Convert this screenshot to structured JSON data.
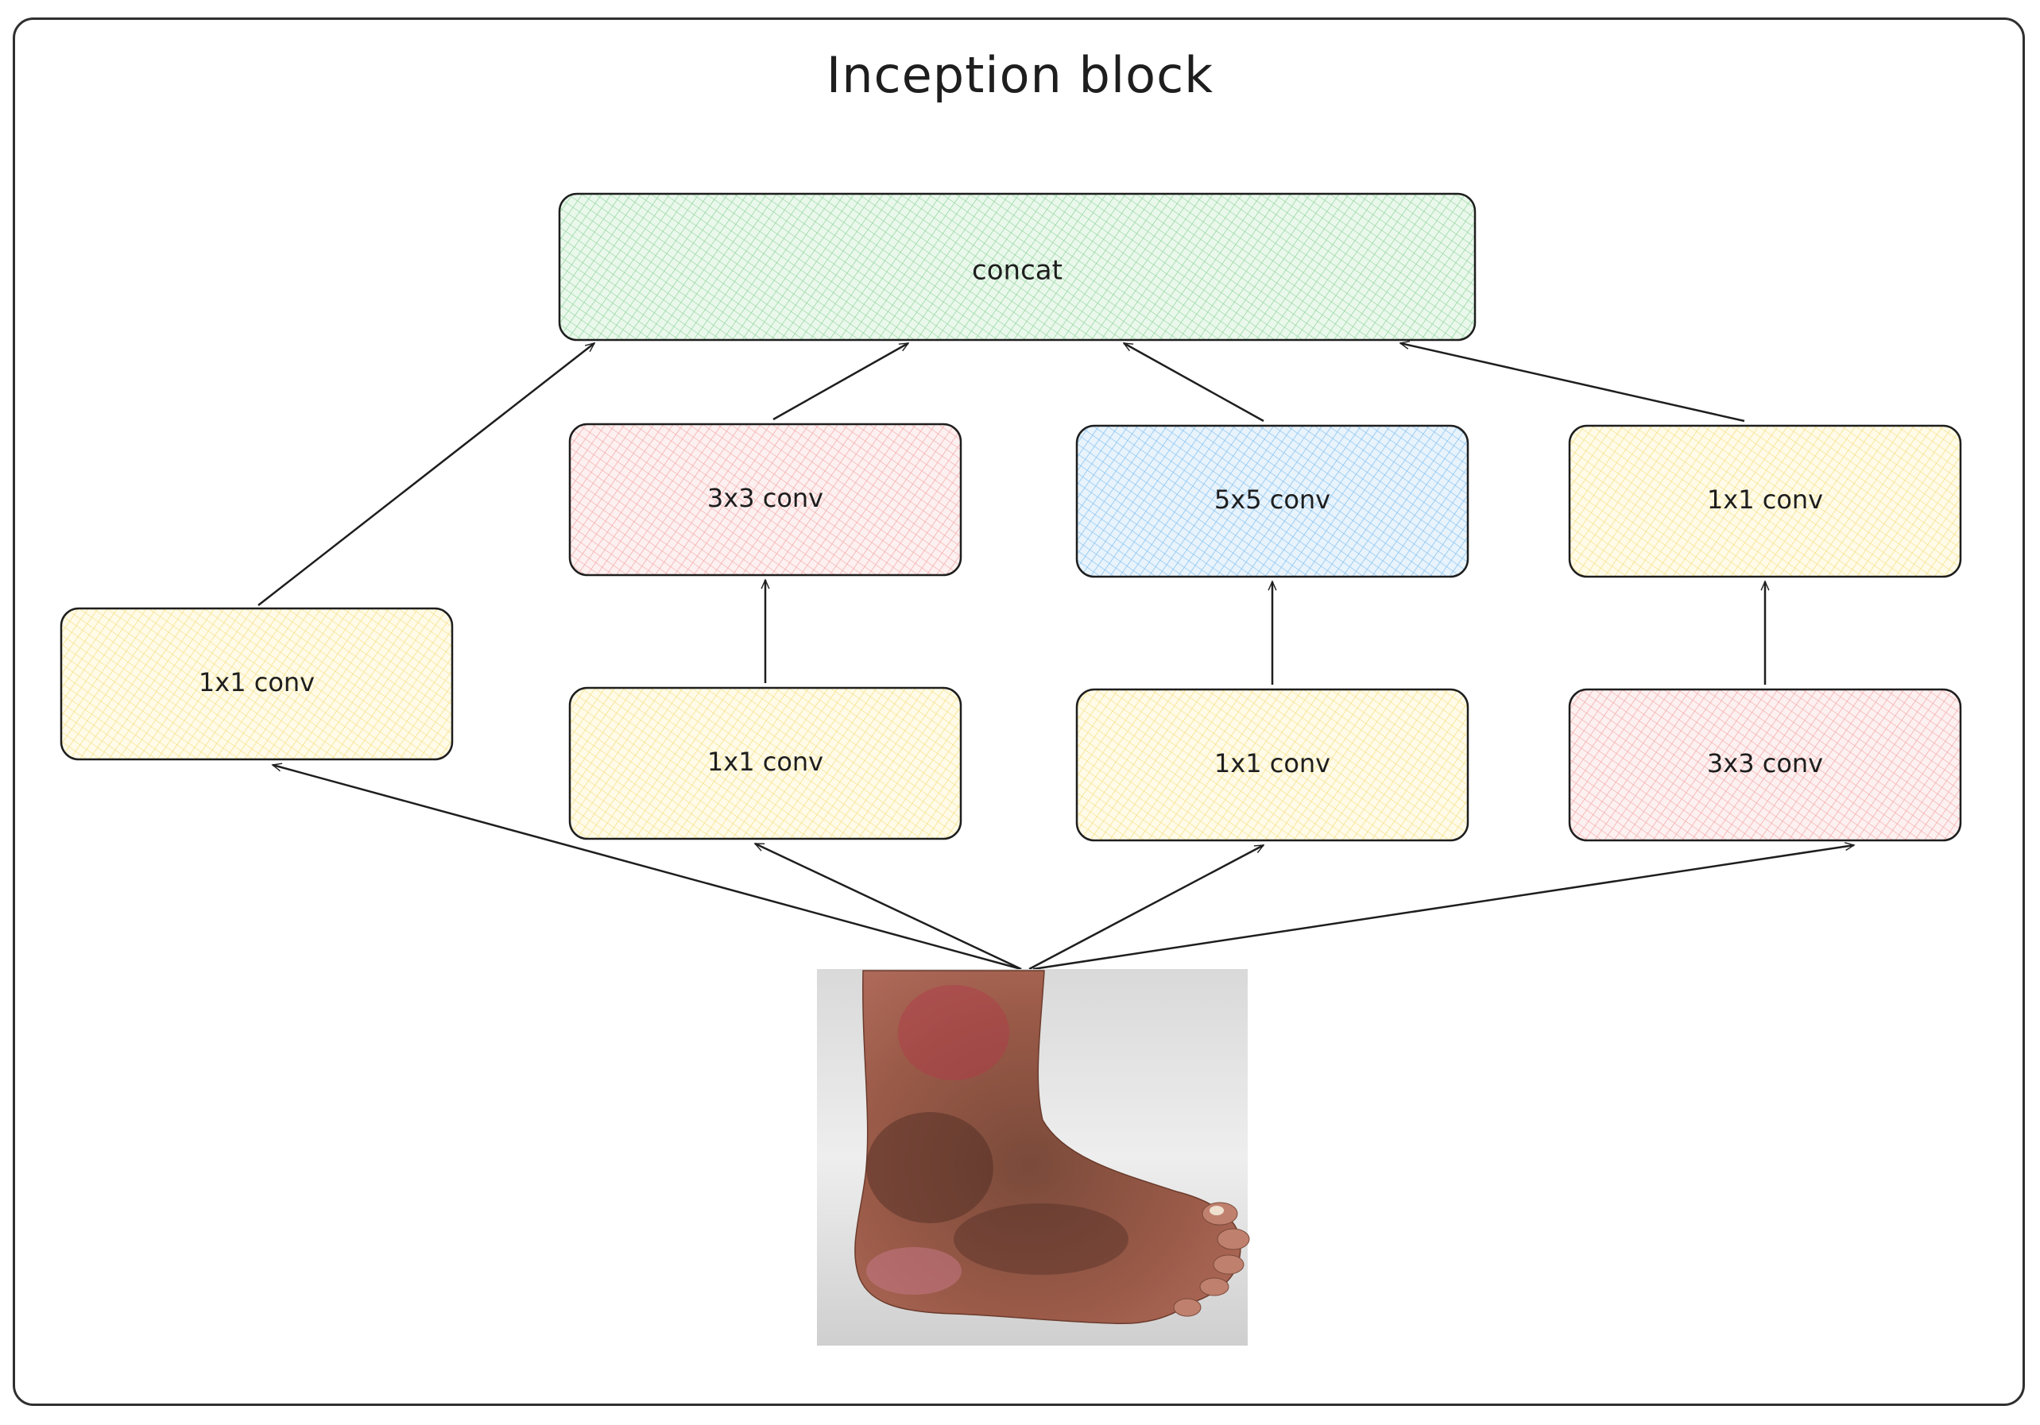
{
  "title": "Inception block",
  "colors": {
    "green": "#b2f2bb",
    "pink": "#ffc9c9",
    "blue": "#a5d8ff",
    "yellow": "#ffec99",
    "stroke": "#1e1e1e"
  },
  "nodes": {
    "concat": "concat",
    "left_1x1": "1x1 conv",
    "b2_top_3x3": "3x3 conv",
    "b2_bottom_1x1": "1x1 conv",
    "b3_top_5x5": "5x5 conv",
    "b3_bottom_1x1": "1x1 conv",
    "b4_top_1x1": "1x1 conv",
    "b4_bottom_3x3": "3x3 conv"
  },
  "input_image": "foot-photo"
}
